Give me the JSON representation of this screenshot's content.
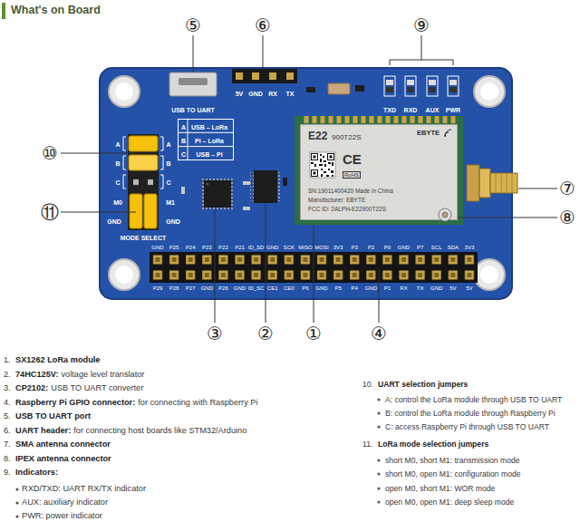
{
  "diagram": {
    "title": "What's on Board",
    "nodes": [
      {
        "text": [
          "E22",
          "900T22S",
          "EBYTE",
          "CE",
          "RoHS",
          "SN:19011400420 Made in China",
          "Manufacturer: EBYTE",
          "FCC ID: 2ALPH-E22900T22S"
        ]
      },
      {
        "text": [
          "A",
          "USB – LoRa",
          "B",
          "Pi – LoRa",
          "C",
          "USB – Pi"
        ]
      }
    ],
    "labels": [
      "⑤",
      "⑥",
      "⑨",
      "⑩",
      "⑦",
      "⑪",
      "⑧",
      "③",
      "②",
      "①",
      "④",
      "USB TO UART",
      "5V",
      "GND",
      "RX",
      "TX",
      "TXD",
      "RXD",
      "AUX",
      "PWR",
      "A",
      "B",
      "C",
      "A",
      "B",
      "C",
      "M0",
      "M1",
      "GND",
      "GND",
      "MODE SELECT",
      "GND",
      "P25",
      "P24",
      "P23",
      "P22",
      "P21",
      "ID_SD",
      "GND",
      "SCK",
      "MISO",
      "MOSI",
      "3V3",
      "P3",
      "P2",
      "P0",
      "GND",
      "P7",
      "SCL",
      "SDA",
      "3V3",
      "P29",
      "P28",
      "P27",
      "GND",
      "P26",
      "GND",
      "ID_SC",
      "CE1",
      "CE0",
      "P6",
      "GND",
      "P5",
      "P4",
      "GND",
      "P1",
      "RX",
      "TX",
      "GND",
      "5V",
      "5V",
      "1.",
      "SX1262 LoRa module",
      "2.",
      "74HC125V:",
      "voltage level translator",
      "3.",
      "CP2102:",
      "USB TO UART converter",
      "4.",
      "Raspberry Pi GPIO connector:",
      "for connecting with Raspberry Pi",
      "5.",
      "USB TO UART port",
      "6.",
      "UART header:",
      "for connecting host boards like STM32/Arduino",
      "7.",
      "SMA antenna connector",
      "8.",
      "IPEX antenna connector",
      "9.",
      "Indicators:",
      "RXD/TXD: UART RX/TX indicator",
      "AUX: auxiliary indicator",
      "PWR: power indicator",
      "10.",
      "UART selection jumpers",
      "A: control the LoRa module through USB TO UART",
      "B: control the LoRa module through Raspberry Pi",
      "C: access Raspberry Pi through USB TO UART",
      "11.",
      "LoRa mode selection jumpers",
      "short M0, short M1: transmission mode",
      "short M0, open M1: configuration mode",
      "open M0, short M1: WOR mode",
      "open M0, open M1: deep sleep mode"
    ]
  }
}
